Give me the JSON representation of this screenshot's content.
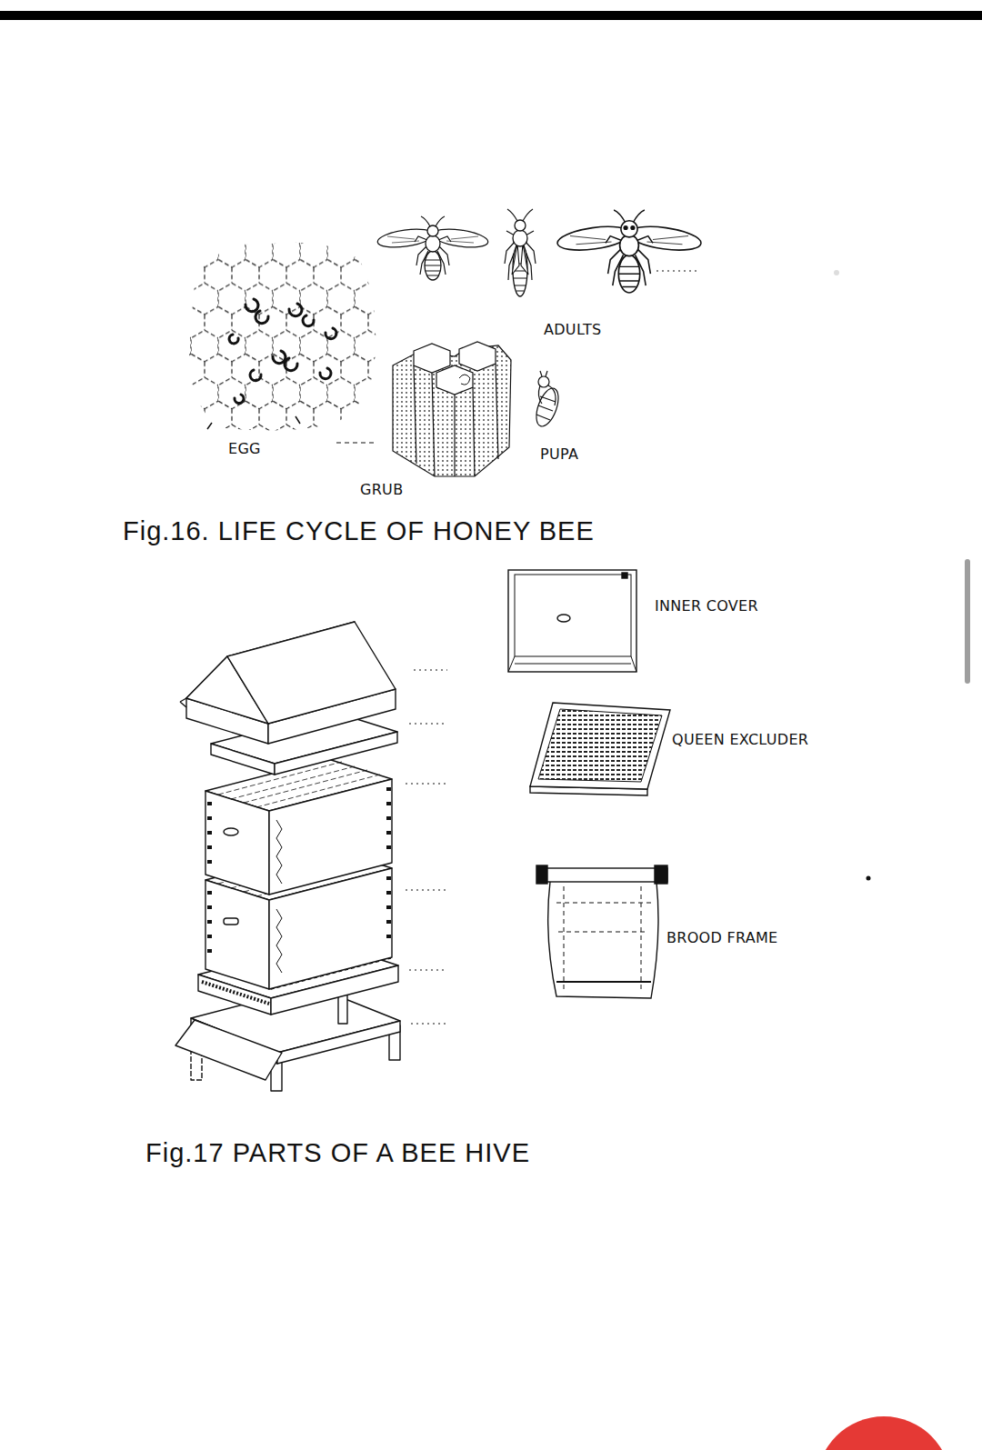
{
  "diagram": {
    "labels": [
      "ADULTS",
      "EGG",
      "GRUB",
      "PUPA",
      "Fig.16. LIFE CYCLE OF HONEY BEE",
      "INNER COVER",
      "QUEEN EXCLUDER",
      "BROOD FRAME",
      "Fig.17 PARTS OF A BEE HIVE"
    ]
  }
}
